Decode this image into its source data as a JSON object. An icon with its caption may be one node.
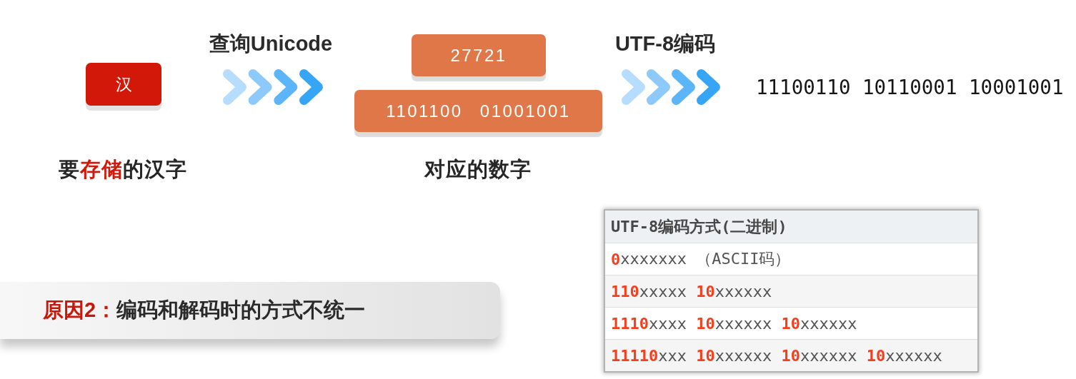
{
  "diagram": {
    "nodes": [
      {
        "text": [
          "汉"
        ],
        "beside": [
          "要**存储**的汉字"
        ]
      },
      {
        "text": [
          "27721"
        ]
      },
      {
        "text": [
          "1101100 01001001"
        ]
      },
      {
        "text": [
          "11100110 10110001 10001001"
        ]
      },
      {
        "text": [
          "UTF-8编码方式(二进制)",
          "**0**xxxxxxx （ASCII码）",
          "**110**xxxxx **10**xxxxxx",
          "**1110**xxxx **10**xxxxxx **10**xxxxxx",
          "**11110**xxx **10**xxxxxx **10**xxxxxx **10**xxxxxx"
        ]
      },
      {
        "text": [
          "**原因2：**编码和解码时的方式不统一"
        ]
      }
    ],
    "edges": [
      {
        "from": 0,
        "to": 2,
        "arrow": "to",
        "label": "查询Unicode"
      },
      {
        "from": 2,
        "to": 3,
        "arrow": "to",
        "label": "UTF-8编码"
      }
    ],
    "labels": [
      "对应的数字"
    ]
  }
}
